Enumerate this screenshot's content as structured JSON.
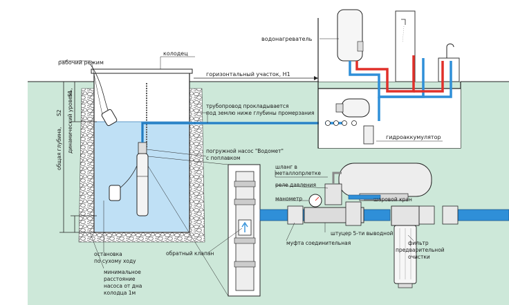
{
  "labels": {
    "well": "колодец",
    "working_mode": "рабочий режим",
    "horizontal": "горизонтальный участок, H1",
    "pipeline_1": "трубопровод прокладывается",
    "pipeline_2": "под землю ниже глубины промерзания",
    "water_heater": "водонагреватель",
    "accumulator": "гидроаккумулятор",
    "pump_1": "погружной насос  \"Водомет\"",
    "pump_2": "с поплавком",
    "s1": "S1",
    "dyn_level": "динамический уровень,",
    "s2": "S2",
    "total_depth": "общая глубина,",
    "stop_1": "остановка",
    "stop_2": "по сухому ходу",
    "check_valve": "обратный клапан",
    "min_1": "минимальное",
    "min_2": "расстояние",
    "min_3": "насоса от дна",
    "min_4": "колодца 1м",
    "hose_1": "шланг в",
    "hose_2": "металлопрлетке",
    "pressure_relay": "реле давления",
    "manometer": "манометр",
    "ball_valve": "шаровой кран",
    "fitting": "штуцер 5-ти выводной",
    "coupling": "муфта соединительная",
    "filter_1": "фильтр",
    "filter_2": "предварительной",
    "filter_3": "очистки"
  },
  "colors": {
    "ground": "#cde8d9",
    "water": "#bfe0f5",
    "pipe_blue": "#2f8fd8",
    "pipe_red": "#e0302a",
    "stones": "#ffffff",
    "outline": "#222222"
  }
}
